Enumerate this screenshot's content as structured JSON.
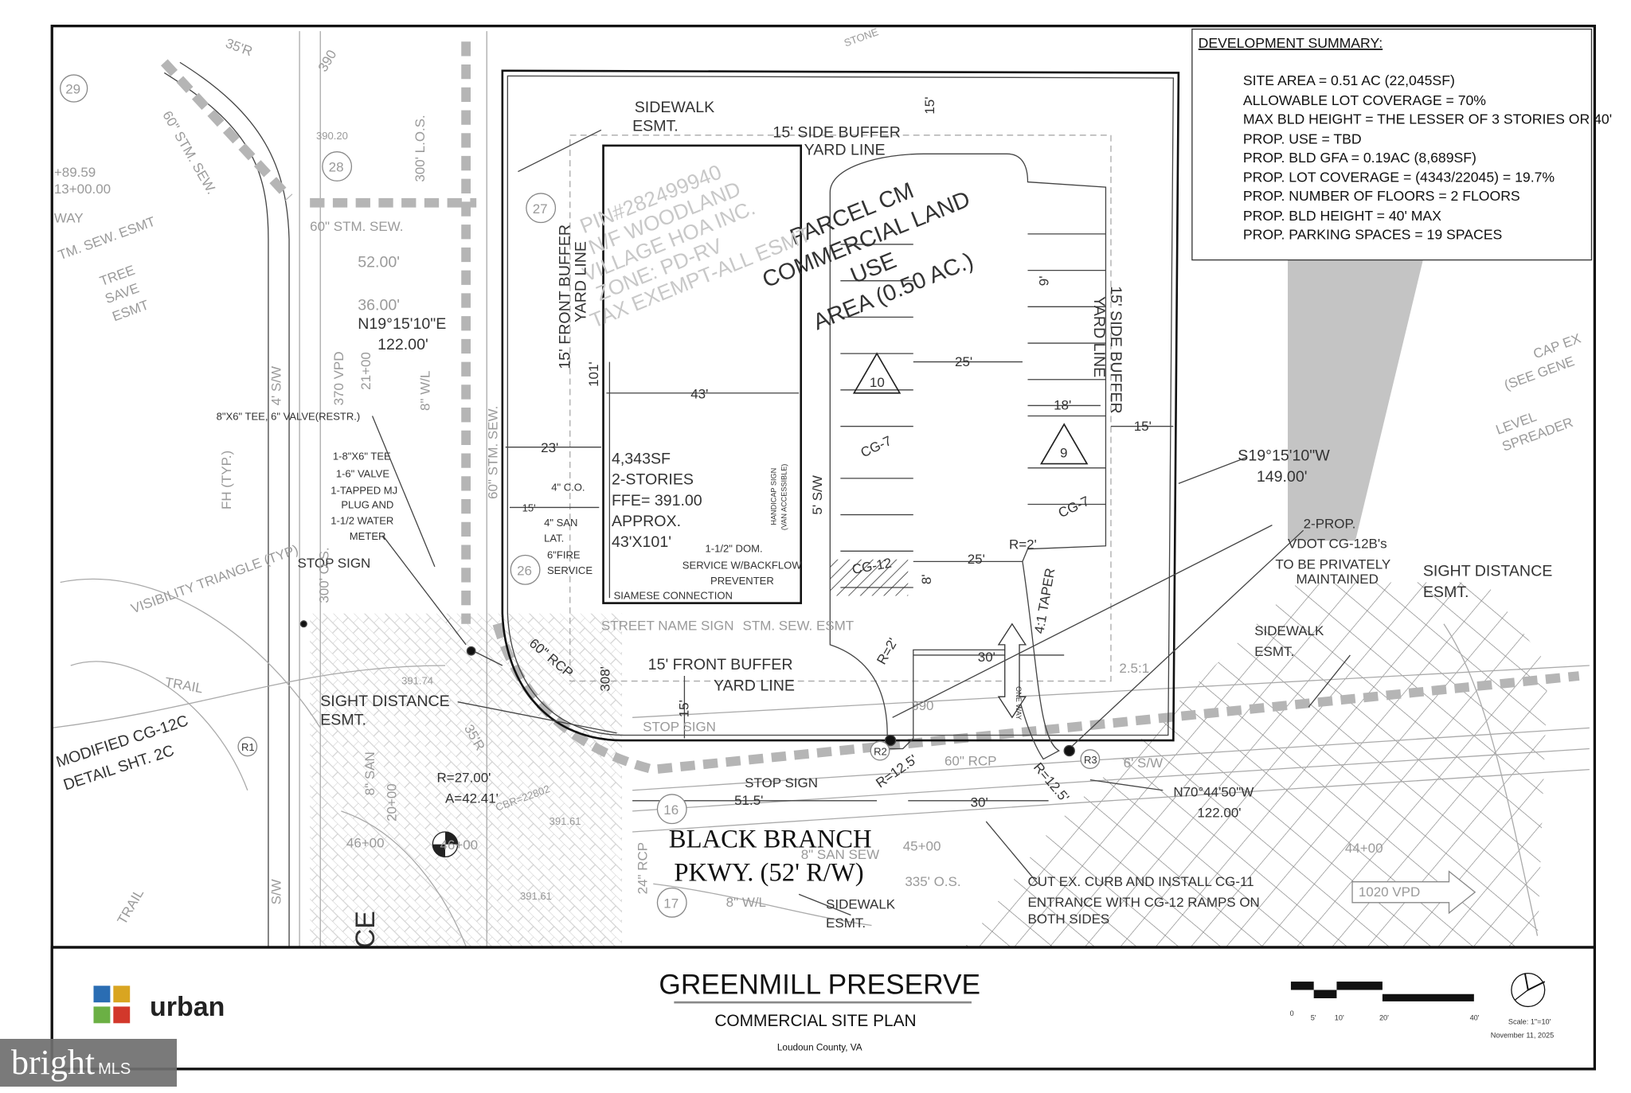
{
  "summary": {
    "heading": "DEVELOPMENT SUMMARY:",
    "lines": [
      "SITE  AREA = 0.51 AC (22,045SF)",
      "ALLOWABLE LOT COVERAGE = 70%",
      "MAX BLD HEIGHT = THE LESSER OF 3 STORIES OR 40'",
      "PROP. USE = TBD",
      "PROP. BLD GFA = 0.19AC (8,689SF)",
      "PROP. LOT COVERAGE = (4343/22045) = 19.7%",
      "PROP. NUMBER OF FLOORS = 2 FLOORS",
      "PROP. BLD HEIGHT = 40' MAX",
      "PROP. PARKING SPACES = 19 SPACES"
    ]
  },
  "labels": {
    "sidewalk1": "SIDEWALK",
    "esmt1": "ESMT.",
    "sidebuf1": "15' SIDE BUFFER",
    "yard1": "YARD LINE",
    "parcel1": "PARCEL CM",
    "parcel2": "COMMERCIAL LAND",
    "parcel3": "USE",
    "parcel4": "AREA (0.50 AC.)",
    "pin1": "PIN#282499940",
    "pin2": "N/F WOODLAND",
    "pin3": "VILLAGE HOA INC.",
    "pin4": "ZONE: PD-RV",
    "pin5": "TAX EXEMPT-ALL ESMT",
    "frontbuf_v": "15' FRONT BUFFER",
    "yard_v": "YARD LINE",
    "d101": "101'",
    "d43": "43'",
    "d23": "23'",
    "d15a": "15'",
    "d15top": "15'",
    "bld1": "4,343SF",
    "bld2": "2-STORIES",
    "bld3": "FFE= 391.00",
    "bld4": "APPROX.",
    "bld5": "43'X101'",
    "co": "4\" C.O.",
    "san": "4\" SAN",
    "lat": "LAT.",
    "fire": "6\"FIRE",
    "service": "SERVICE",
    "dom1": "1-1/2\" DOM.",
    "dom2": "SERVICE W/BACKFLOW",
    "dom3": "PREVENTER",
    "hc1": "HANDICAP SIGN",
    "hc2": "(VAN ACCESSIBLE)",
    "siamese": "SIAMESE CONNECTION",
    "sw5": "5' S/W",
    "cg7a": "CG-7",
    "cg7b": "CG-7",
    "cg12": "CG-12",
    "sp10": "10",
    "sp9": "9",
    "d25a": "25'",
    "d18": "18'",
    "d9": "9'",
    "d25b": "25'",
    "d8": "8'",
    "d30a": "30'",
    "d15b": "15'",
    "sidebuf_v": "15' SIDE BUFFER",
    "yard_v2": "YARD LINE",
    "taper": "4:1 TAPER",
    "r2a": "R=2'",
    "r2b": "R=2'",
    "oneway": "ONE WAY",
    "bear1": "S19°15'10\"W",
    "dist1": "149.00'",
    "vdot1": "2-PROP.",
    "vdot2": "VDOT CG-12B's",
    "vdot3": "TO BE PRIVATELY",
    "vdot4": "MAINTAINED",
    "sight1": "SIGHT DISTANCE",
    "sightesmt1": "ESMT.",
    "sidewalk2": "SIDEWALK",
    "esmt2": "ESMT.",
    "frontbuf": "15' FRONT BUFFER",
    "yard2": "YARD LINE",
    "d15c": "15'",
    "streetsign": "STREET NAME SIGN",
    "stmesmt": "STM. SEW. ESMT",
    "rcp60a": "60\" RCP",
    "d308": "308'",
    "stop1": "STOP SIGN",
    "stop2": "STOP SIGN",
    "stop3": "STOP SIGN",
    "d515": "51.5'",
    "d30b": "30'",
    "r125a": "R=12.5'",
    "r125b": "R=12.5'",
    "rcp60b": "60\" RCP",
    "sw6": "6' S/W",
    "bear2": "N70°44'50\"W",
    "dist2": "122.00'",
    "road1": "BLACK BRANCH",
    "road2": "PKWY. (52' R/W)",
    "cut1": "CUT EX. CURB AND INSTALL CG-11",
    "cut2": "ENTRANCE WITH CG-12 RAMPS ON",
    "cut3": "BOTH SIDES",
    "sidewalk3": "SIDEWALK",
    "esmt3": "ESMT.",
    "vpd1020": "1020 VPD",
    "os335": "335' O.S.",
    "r27": "R=27.00'",
    "a42": "A=42.41'",
    "cbr": "CBR=22802",
    "sight2": "SIGHT DISTANCE",
    "sightesmt2": "ESMT.",
    "mod1": "MODIFIED CG-12C",
    "mod2": "DETAIL SHT. 2C",
    "tee": "8\"X6\" TEE, 6\" VALVE(RESTR.)",
    "w1": "1-8\"X6\" TEE",
    "w2": "1-6\" VALVE",
    "w3": "1-TAPPED MJ",
    "w4": "PLUG AND",
    "w5": "1-1/2 WATER",
    "w6": "METER",
    "bear3": "N19°15'10\"E",
    "dist3": "122.00'",
    "d52": "52.00'",
    "d36": "36.00'",
    "stm60a": "60\" STM. SEW.",
    "stm60b": "60\" STM. SEW.",
    "stm60c": "60\" STM. SEW.",
    "vis": "VISIBILITY TRIANGLE (TYP)",
    "tree1": "TREE",
    "tree2": "SAVE",
    "tree3": "ESMT",
    "stmesmt2": "TM. SEW. ESMT",
    "sta1": "+89.59",
    "sta2": "13+00.00",
    "way": "WAY",
    "c390a": "390",
    "c390b": "390",
    "r35a": "35'R",
    "r35b": "35'R",
    "e39020": "390.20",
    "los300": "300' L.O.S.",
    "vpd370": "370 VPD",
    "sta21": "21+00",
    "wl8a": "8\" W/L",
    "fh": "FH (TYP.)",
    "lot29": "29",
    "lot28": "28",
    "lot27": "27",
    "lot26": "26",
    "lot16": "16",
    "lot17": "17",
    "e39174": "391.74",
    "e39161a": "391.61",
    "e39161b": "391.61",
    "sta20": "20+00",
    "sta46a": "46+00",
    "sta46b": "46+00",
    "san8a": "8\" SAN",
    "san8b": "8\" SAN SEW",
    "trail1": "TRAIL",
    "trail2": "TRAIL",
    "rcp24": "24\" RCP",
    "wl8b": "8\" W/L",
    "sta45": "45+00",
    "sta44": "44+00",
    "cap": "CAP EX",
    "cap2": "(SEE GENE",
    "lvl1": "LEVEL",
    "lvl2": "SPREADER",
    "slope": "2.5:1",
    "stone": "STONE",
    "r1": "R1",
    "r2": "R2",
    "r3": "R3",
    "os300": "300' O.S.",
    "ce": "CE",
    "sw_w": "4' S/W",
    "sw_w2": "S/W"
  },
  "title_block": {
    "project": "GREENMILL PRESERVE",
    "sheet": "COMMERCIAL SITE PLAN",
    "location": "Loudoun County, VA",
    "scale_ticks": [
      "0",
      "5'",
      "10'",
      "20'",
      "40'"
    ],
    "scale": "Scale: 1\"=10'",
    "date": "November 11, 2025",
    "logo_text": "urban"
  },
  "watermark": {
    "brand": "bright",
    "suffix": "MLS"
  },
  "colors": {
    "line": "#444444",
    "hatch_gray": "#c4c4c4",
    "logo_blue": "#2a6db3",
    "logo_yellow": "#d9a521",
    "logo_green": "#6bb044",
    "logo_red": "#d2382b"
  }
}
